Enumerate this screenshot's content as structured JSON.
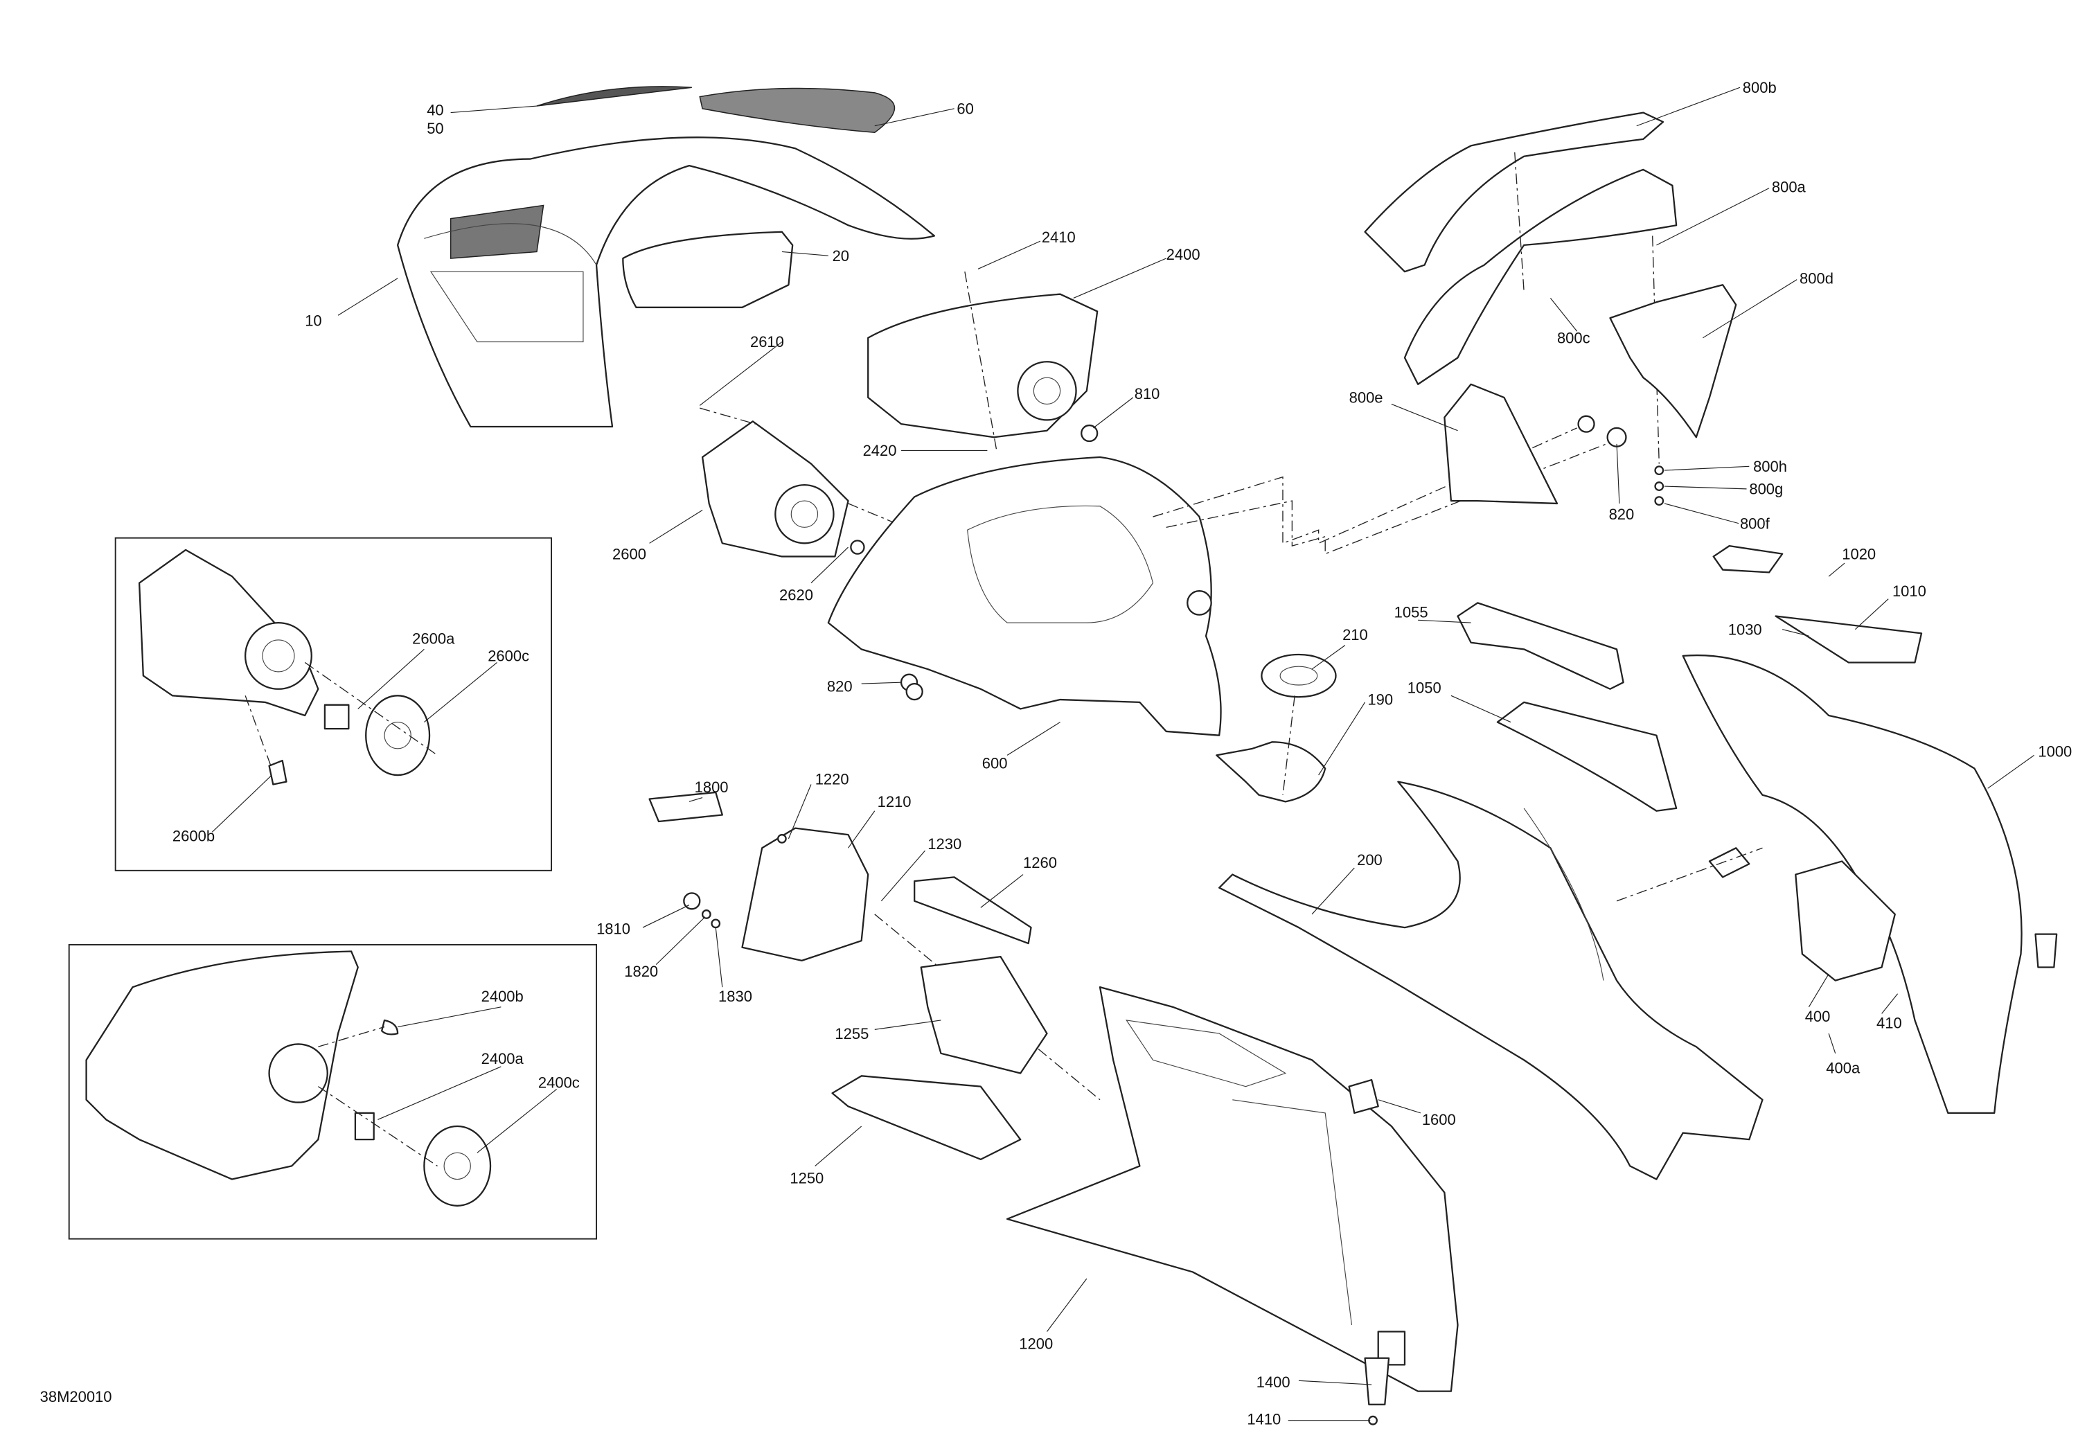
{
  "diagram": {
    "drawing_id": "38M20010",
    "callouts": [
      "40",
      "50",
      "60",
      "10",
      "20",
      "2410",
      "2400",
      "2610",
      "810",
      "2420",
      "2600",
      "2620",
      "820",
      "600",
      "800b",
      "800a",
      "800d",
      "800c",
      "800e",
      "820",
      "800h",
      "800g",
      "800f",
      "1020",
      "1010",
      "1030",
      "1055",
      "1050",
      "210",
      "190",
      "1000",
      "200",
      "1800",
      "1220",
      "1210",
      "1230",
      "1260",
      "1810",
      "1820",
      "1830",
      "1255",
      "1250",
      "1600",
      "1200",
      "1400",
      "1410",
      "400",
      "410",
      "400a"
    ],
    "inset_headlamp_2600": {
      "callouts": [
        "2600a",
        "2600c",
        "2600b"
      ]
    },
    "inset_headlamp_2400": {
      "callouts": [
        "2400b",
        "2400a",
        "2400c"
      ]
    }
  }
}
